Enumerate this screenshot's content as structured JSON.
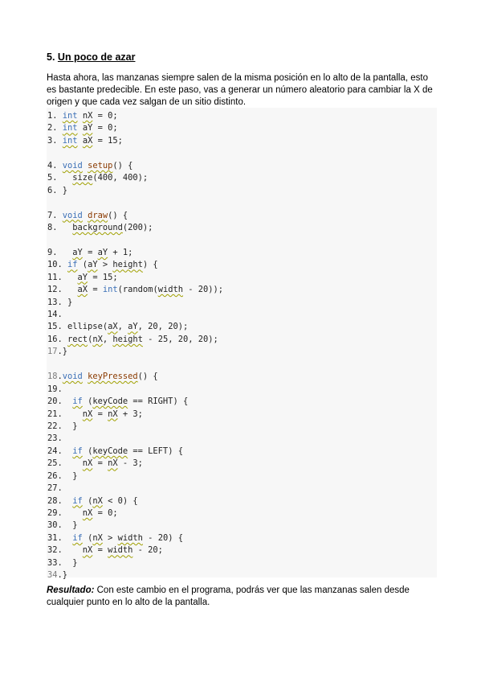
{
  "section": {
    "number": "5.",
    "title": "Un poco de azar"
  },
  "intro": "Hasta ahora, las manzanas siempre salen de la misma posición en lo alto de la pantalla, esto es bastante predecible. En este paso, vas a generar un número aleatorio para cambiar la X de origen y que cada vez salgan de un sitio distinto.",
  "code_lines": [
    "1. int nX = 0;",
    "2. int aY = 0;",
    "3. int aX = 15;",
    "",
    "4. void setup() {",
    "5.   size(400, 400);",
    "6. }",
    "",
    "7. void draw() {",
    "8.   background(200);",
    "",
    "9.   aY = aY + 1;",
    "10. if (aY > height) {",
    "11.   aY = 15;",
    "12.   aX = int(random(width - 20));",
    "13. }",
    "14.",
    "15. ellipse(aX, aY, 20, 20);",
    "16. rect(nX, height - 25, 20, 20);",
    "17.}",
    "",
    "18.void keyPressed() {",
    "19.",
    "20.  if (keyCode == RIGHT) {",
    "21.    nX = nX + 3;",
    "22.  }",
    "23.",
    "24.  if (keyCode == LEFT) {",
    "25.    nX = nX - 3;",
    "26.  }",
    "27.",
    "28.  if (nX < 0) {",
    "29.    nX = 0;",
    "30.  }",
    "31.  if (nX > width - 20) {",
    "32.    nX = width - 20;",
    "33.  }",
    "34.}"
  ],
  "result": {
    "label": "Resultado:",
    "text": " Con este cambio en el programa, podrás ver que las manzanas salen desde cualquier punto en lo alto de la pantalla."
  }
}
